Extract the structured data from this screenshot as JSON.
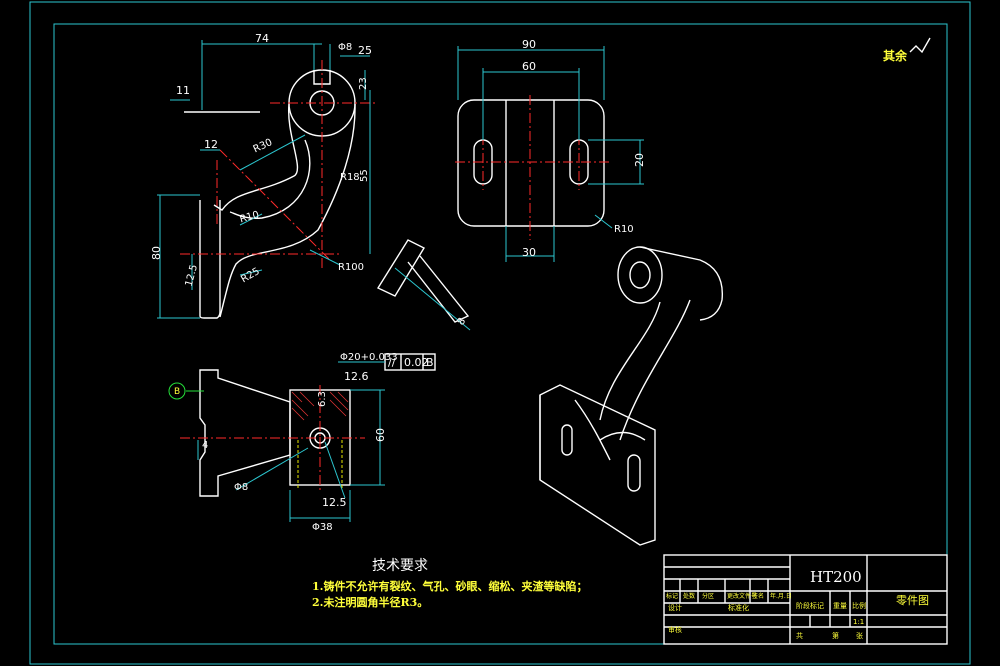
{
  "dimensions": {
    "d74": "74",
    "d8": "Φ8",
    "d25": "25",
    "d23": "23",
    "d11": "11",
    "d12": "12",
    "r30": "R30",
    "r18": "R18",
    "d55": "55",
    "r10a": "R10",
    "d80": "80",
    "d125a": "12.5",
    "r25": "R25",
    "r100": "R100",
    "d90": "90",
    "d60top": "60",
    "d20": "20",
    "d30": "30",
    "r10b": "R10",
    "d8b": "8",
    "tol_par": "//",
    "tol_val": "0.02",
    "tol_ref": "B",
    "d126": "12.6",
    "d60side": "60",
    "d12top": "Φ20+0.033",
    "d125b": "12.5",
    "d38": "Φ38",
    "d9": "Φ8",
    "d4": "4",
    "leader_b": "B",
    "d63": "6.3"
  },
  "roughness_note": "其余",
  "tech": {
    "title": "技术要求",
    "line1": "1.铸件不允许有裂纹、气孔、砂眼、缩松、夹渣等缺陷；",
    "line2": "2.未注明圆角半径R3。"
  },
  "title_block": {
    "material": "HT200",
    "part_name": "零件图",
    "row_headers": [
      "标记",
      "处数",
      "分区",
      "更改文件号",
      "签名",
      "年.月.日"
    ],
    "designer": "设计",
    "standard": "标准化",
    "review": "审核",
    "stage_mark": "阶段标记",
    "weight": "重量",
    "scale_label": "比例",
    "scale": "1:1",
    "sheet_total": "共",
    "sheet_no": "第",
    "sheet_unit": "张"
  },
  "colors": {
    "frame": "#2cc6cf",
    "outline": "#ffffff",
    "centerline": "#ff2a2a",
    "hidden": "#e6e600",
    "leader": "#25e03a"
  }
}
